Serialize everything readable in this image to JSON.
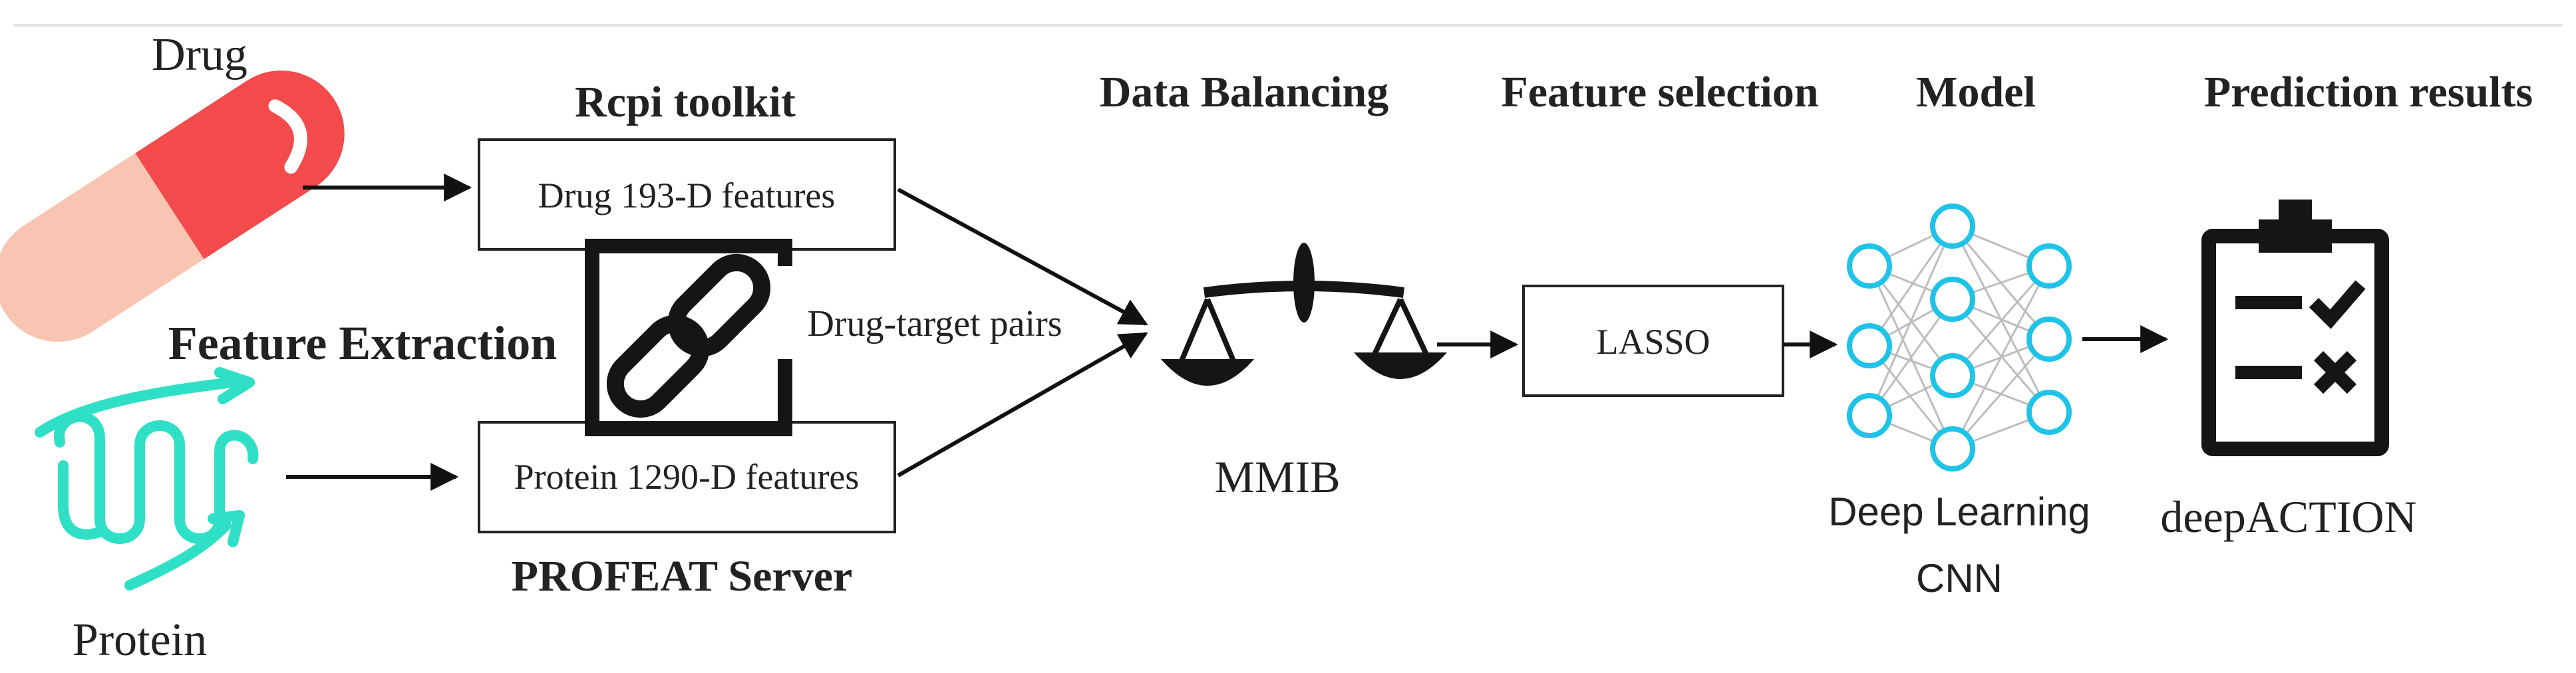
{
  "labels": {
    "drug": "Drug",
    "protein": "Protein",
    "feature_extraction": "Feature Extraction",
    "rcpi_toolkit": "Rcpi toolkit",
    "profeat_server": "PROFEAT Server",
    "drug_features": "Drug 193-D features",
    "protein_features": "Protein 1290-D features",
    "drug_target_pairs": "Drug-target pairs",
    "data_balancing": "Data Balancing",
    "mmib": "MMIB",
    "feature_selection": "Feature selection",
    "lasso": "LASSO",
    "model": "Model",
    "deep_learning": "Deep Learning",
    "cnn": "CNN",
    "prediction_results": "Prediction results",
    "deepaction": "deepACTION"
  },
  "colors": {
    "pill_red": "#f34b4b",
    "pill_peach": "#f8c5b2",
    "protein_teal": "#2fe0c6",
    "neuron_cyan": "#1fc3e8",
    "icon_dark": "#151515",
    "text": "#222222"
  },
  "icons": [
    "pill-icon",
    "protein-icon",
    "link-chain-icon",
    "balance-scale-icon",
    "neural-network-icon",
    "clipboard-checklist-icon"
  ]
}
